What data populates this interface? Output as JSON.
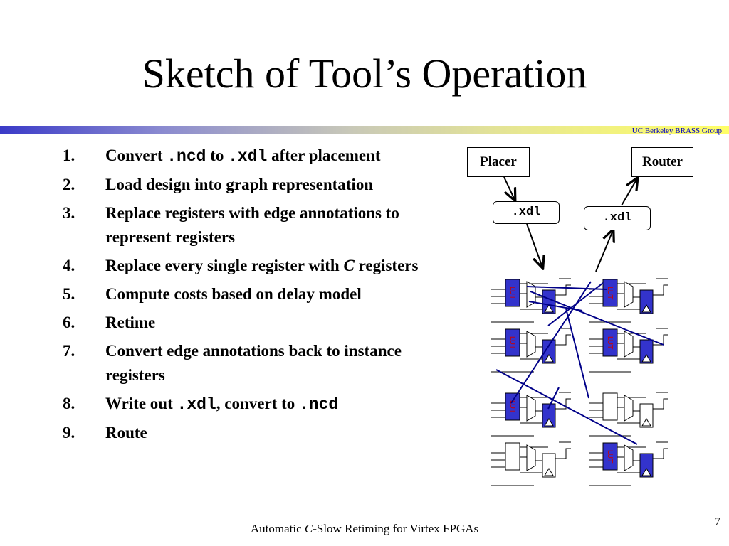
{
  "slide": {
    "title": "Sketch of Tool’s Operation",
    "org": "UC Berkeley BRASS Group",
    "footer_pre": "Automatic ",
    "footer_italic": "C",
    "footer_post": "-Slow Retiming for Virtex FPGAs",
    "page_number": "7"
  },
  "steps": [
    {
      "num": "1.",
      "parts": [
        {
          "t": "Convert "
        },
        {
          "t": ".ncd",
          "mono": true
        },
        {
          "t": " to "
        },
        {
          "t": ".xdl",
          "mono": true
        },
        {
          "t": " after placement"
        }
      ]
    },
    {
      "num": "2.",
      "parts": [
        {
          "t": "Load design into graph representation"
        }
      ]
    },
    {
      "num": "3.",
      "parts": [
        {
          "t": "Replace registers with edge annotations to represent registers"
        }
      ]
    },
    {
      "num": "4.",
      "parts": [
        {
          "t": "Replace every single register with "
        },
        {
          "t": "C",
          "italic": true
        },
        {
          "t": " registers"
        }
      ]
    },
    {
      "num": "5.",
      "parts": [
        {
          "t": "Compute costs based on delay model"
        }
      ]
    },
    {
      "num": "6.",
      "parts": [
        {
          "t": "Retime"
        }
      ]
    },
    {
      "num": "7.",
      "parts": [
        {
          "t": "Convert edge annotations back to instance registers"
        }
      ]
    },
    {
      "num": "8.",
      "parts": [
        {
          "t": "Write out "
        },
        {
          "t": ".xdl",
          "mono": true
        },
        {
          "t": ", convert to "
        },
        {
          "t": ".ncd",
          "mono": true
        }
      ]
    },
    {
      "num": "9.",
      "parts": [
        {
          "t": "Route"
        }
      ]
    }
  ],
  "diagram": {
    "placer_label": "Placer",
    "router_label": "Router",
    "xdl_left_label": ".xdl",
    "xdl_right_label": ".xdl",
    "lut_label": "LUT",
    "colors": {
      "highlight": "#3333cc",
      "wire": "#000088",
      "lut_text": "#cc0000"
    }
  }
}
